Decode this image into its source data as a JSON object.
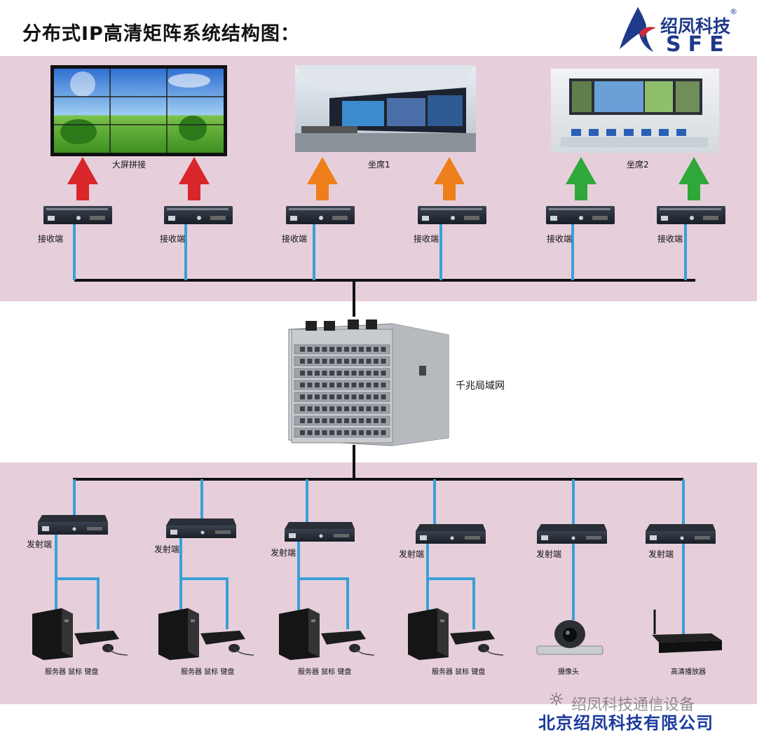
{
  "title": "分布式IP高清矩阵系统结构图：",
  "logo": {
    "cn": "绍凤科技",
    "en": "SFE",
    "reg": "®"
  },
  "displays": [
    {
      "label": "大屏拼接",
      "arrow_color": "#d9262b"
    },
    {
      "label": "坐席1",
      "arrow_color": "#ef7f1a"
    },
    {
      "label": "坐席2",
      "arrow_color": "#2ea83a"
    }
  ],
  "receiver_label": "接收端",
  "lan_label": "千兆局域网",
  "transmitter_label": "发射端",
  "sources": [
    {
      "label": "服务器 鼠标 键盘",
      "icon": "pc-keyboard-mouse-icon"
    },
    {
      "label": "服务器 鼠标 键盘",
      "icon": "pc-keyboard-mouse-icon"
    },
    {
      "label": "服务器 鼠标 键盘",
      "icon": "pc-keyboard-mouse-icon"
    },
    {
      "label": "服务器 鼠标 键盘",
      "icon": "pc-keyboard-mouse-icon"
    },
    {
      "label": "摄像头",
      "icon": "ptz-camera-icon"
    },
    {
      "label": "高清播放器",
      "icon": "media-player-icon"
    }
  ],
  "watermark": "绍凤科技通信设备",
  "company": "北京绍凤科技有限公司",
  "colors": {
    "band": "#e6cfdb",
    "cable": "#3aa0d8",
    "bus": "#111111"
  }
}
